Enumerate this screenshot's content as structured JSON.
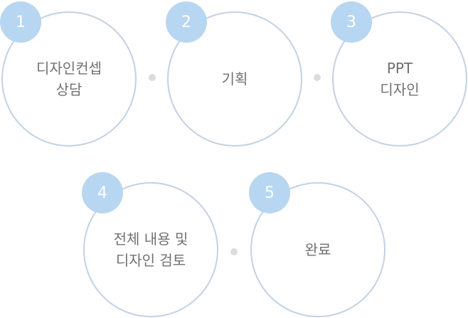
{
  "steps": [
    {
      "number": "1",
      "label": "디자인컨셉\n상담"
    },
    {
      "number": "2",
      "label": "기획"
    },
    {
      "number": "3",
      "label": "PPT\n디자인"
    },
    {
      "number": "4",
      "label": "전체 내용 및\n디자인 검토"
    },
    {
      "number": "5",
      "label": "완료"
    }
  ],
  "colors": {
    "badge": "#b7d6f1",
    "ring": "#c2d2e2",
    "text": "#707070",
    "connector_dot": "#dcdcdc"
  }
}
